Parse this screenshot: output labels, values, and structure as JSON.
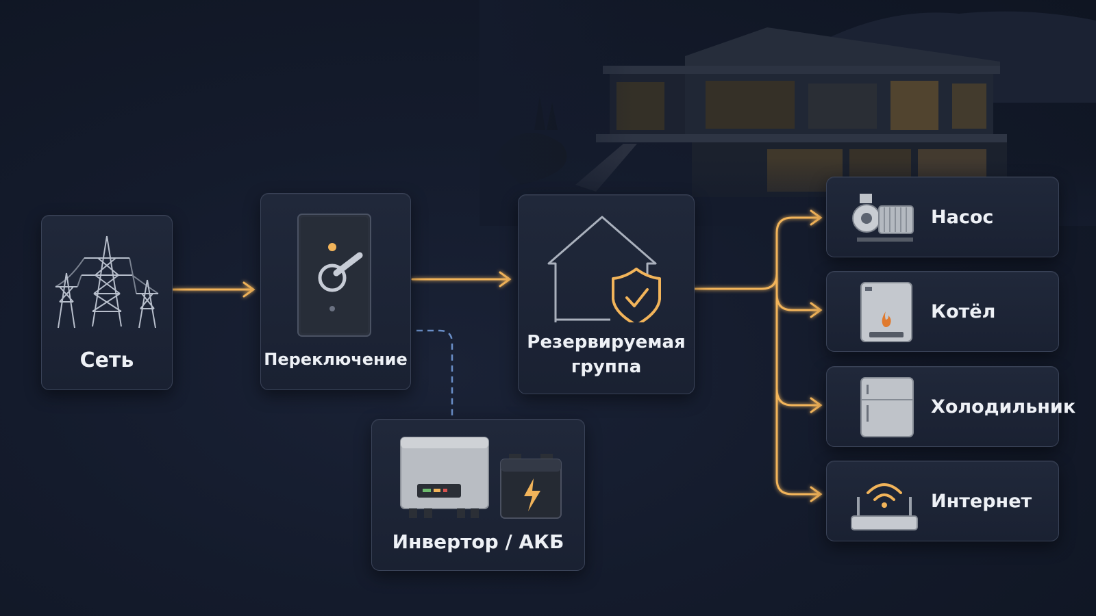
{
  "diagram": {
    "nodes": {
      "grid": {
        "label": "Сеть",
        "icon": "power-tower-icon"
      },
      "switch": {
        "label": "Переключение",
        "icon": "transfer-switch-icon"
      },
      "reserve": {
        "label_line1": "Резервируемая",
        "label_line2": "группа",
        "icon": "house-shield-icon"
      },
      "inverter": {
        "label": "Инвертор / АКБ",
        "icons": [
          "inverter-icon",
          "battery-icon"
        ]
      }
    },
    "loads": [
      {
        "label": "Насос",
        "icon": "pump-icon"
      },
      {
        "label": "Котёл",
        "icon": "boiler-icon"
      },
      {
        "label": "Холодильник",
        "icon": "fridge-icon"
      },
      {
        "label": "Интернет",
        "icon": "router-icon"
      }
    ],
    "colors": {
      "flow": "#f2b45a",
      "backup_link": "#6a8fc8",
      "icon_stroke": "#b8bfcc",
      "background": "#141b2c",
      "card": "#1e2536"
    }
  }
}
